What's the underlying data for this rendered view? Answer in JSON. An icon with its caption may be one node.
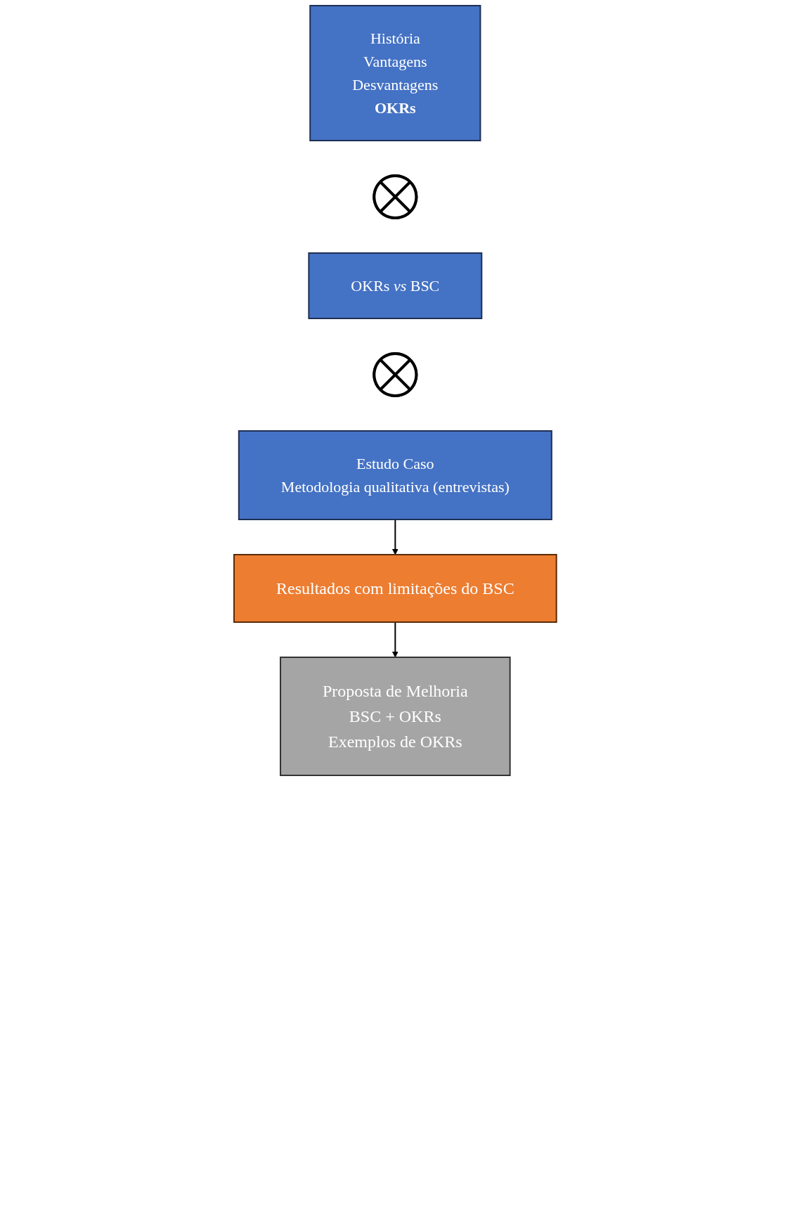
{
  "diagram": {
    "nodes": [
      {
        "text": [
          "História",
          "Vantagens",
          "Desvantagens",
          "OKRs"
        ]
      },
      {
        "text": [],
        "shape": "cross"
      },
      {
        "text": [
          "OKRs *vs* BSC"
        ]
      },
      {
        "text": [],
        "shape": "cross"
      },
      {
        "text": [
          "Estudo Caso",
          "Metodologia qualitativa (entrevistas)"
        ]
      },
      {
        "text": [
          "Resultados com limitações do BSC"
        ]
      },
      {
        "text": [
          "Proposta de Melhoria",
          "BSC + OKRs",
          "Exemplos de OKRs"
        ]
      }
    ],
    "edges": [
      {
        "from": 4,
        "to": 5,
        "arrow": "to"
      },
      {
        "from": 5,
        "to": 6,
        "arrow": "to"
      }
    ]
  }
}
